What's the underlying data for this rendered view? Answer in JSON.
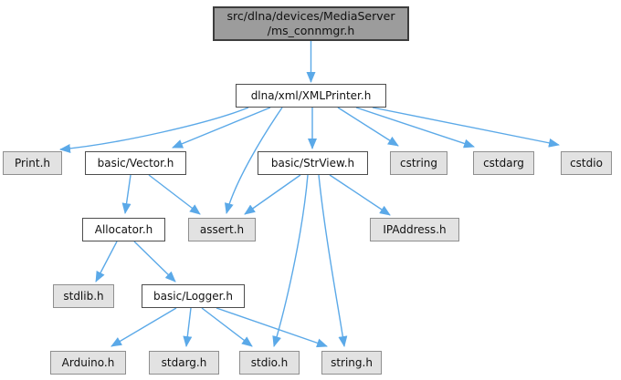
{
  "diagram": {
    "kind": "include-dependency-graph",
    "colors": {
      "edge": "#5BA9E8",
      "text": "#111111",
      "background": "#FFFFFF",
      "root_fill": "#9C9C9C",
      "root_border": "#3D3D3D",
      "module_fill": "#FFFFFF",
      "module_border": "#4D4D4D",
      "leaf_fill": "#E2E2E2",
      "leaf_border": "#8F8F8F"
    },
    "nodes": {
      "ms_connmgr": {
        "label": "src/dlna/devices/MediaServer\n/ms_connmgr.h",
        "kind": "current"
      },
      "xmlprinter": {
        "label": "dlna/xml/XMLPrinter.h",
        "kind": "module"
      },
      "print": {
        "label": "Print.h",
        "kind": "leaf"
      },
      "vector": {
        "label": "basic/Vector.h",
        "kind": "module"
      },
      "strview": {
        "label": "basic/StrView.h",
        "kind": "module"
      },
      "cstring": {
        "label": "cstring",
        "kind": "leaf"
      },
      "cstdarg": {
        "label": "cstdarg",
        "kind": "leaf"
      },
      "cstdio": {
        "label": "cstdio",
        "kind": "leaf"
      },
      "allocator": {
        "label": "Allocator.h",
        "kind": "module"
      },
      "assert": {
        "label": "assert.h",
        "kind": "leaf"
      },
      "ipaddress": {
        "label": "IPAddress.h",
        "kind": "leaf"
      },
      "stdlib": {
        "label": "stdlib.h",
        "kind": "leaf"
      },
      "logger": {
        "label": "basic/Logger.h",
        "kind": "module"
      },
      "arduino": {
        "label": "Arduino.h",
        "kind": "leaf"
      },
      "stdarg": {
        "label": "stdarg.h",
        "kind": "leaf"
      },
      "stdio": {
        "label": "stdio.h",
        "kind": "leaf"
      },
      "string": {
        "label": "string.h",
        "kind": "leaf"
      }
    },
    "edges": [
      {
        "from": "ms_connmgr",
        "to": "xmlprinter"
      },
      {
        "from": "xmlprinter",
        "to": "print"
      },
      {
        "from": "xmlprinter",
        "to": "vector"
      },
      {
        "from": "xmlprinter",
        "to": "strview"
      },
      {
        "from": "xmlprinter",
        "to": "assert"
      },
      {
        "from": "xmlprinter",
        "to": "cstring"
      },
      {
        "from": "xmlprinter",
        "to": "cstdarg"
      },
      {
        "from": "xmlprinter",
        "to": "cstdio"
      },
      {
        "from": "vector",
        "to": "allocator"
      },
      {
        "from": "vector",
        "to": "assert"
      },
      {
        "from": "strview",
        "to": "assert"
      },
      {
        "from": "strview",
        "to": "ipaddress"
      },
      {
        "from": "strview",
        "to": "stdio"
      },
      {
        "from": "strview",
        "to": "string"
      },
      {
        "from": "allocator",
        "to": "stdlib"
      },
      {
        "from": "allocator",
        "to": "logger"
      },
      {
        "from": "logger",
        "to": "arduino"
      },
      {
        "from": "logger",
        "to": "stdarg"
      },
      {
        "from": "logger",
        "to": "stdio"
      },
      {
        "from": "logger",
        "to": "string"
      }
    ]
  }
}
